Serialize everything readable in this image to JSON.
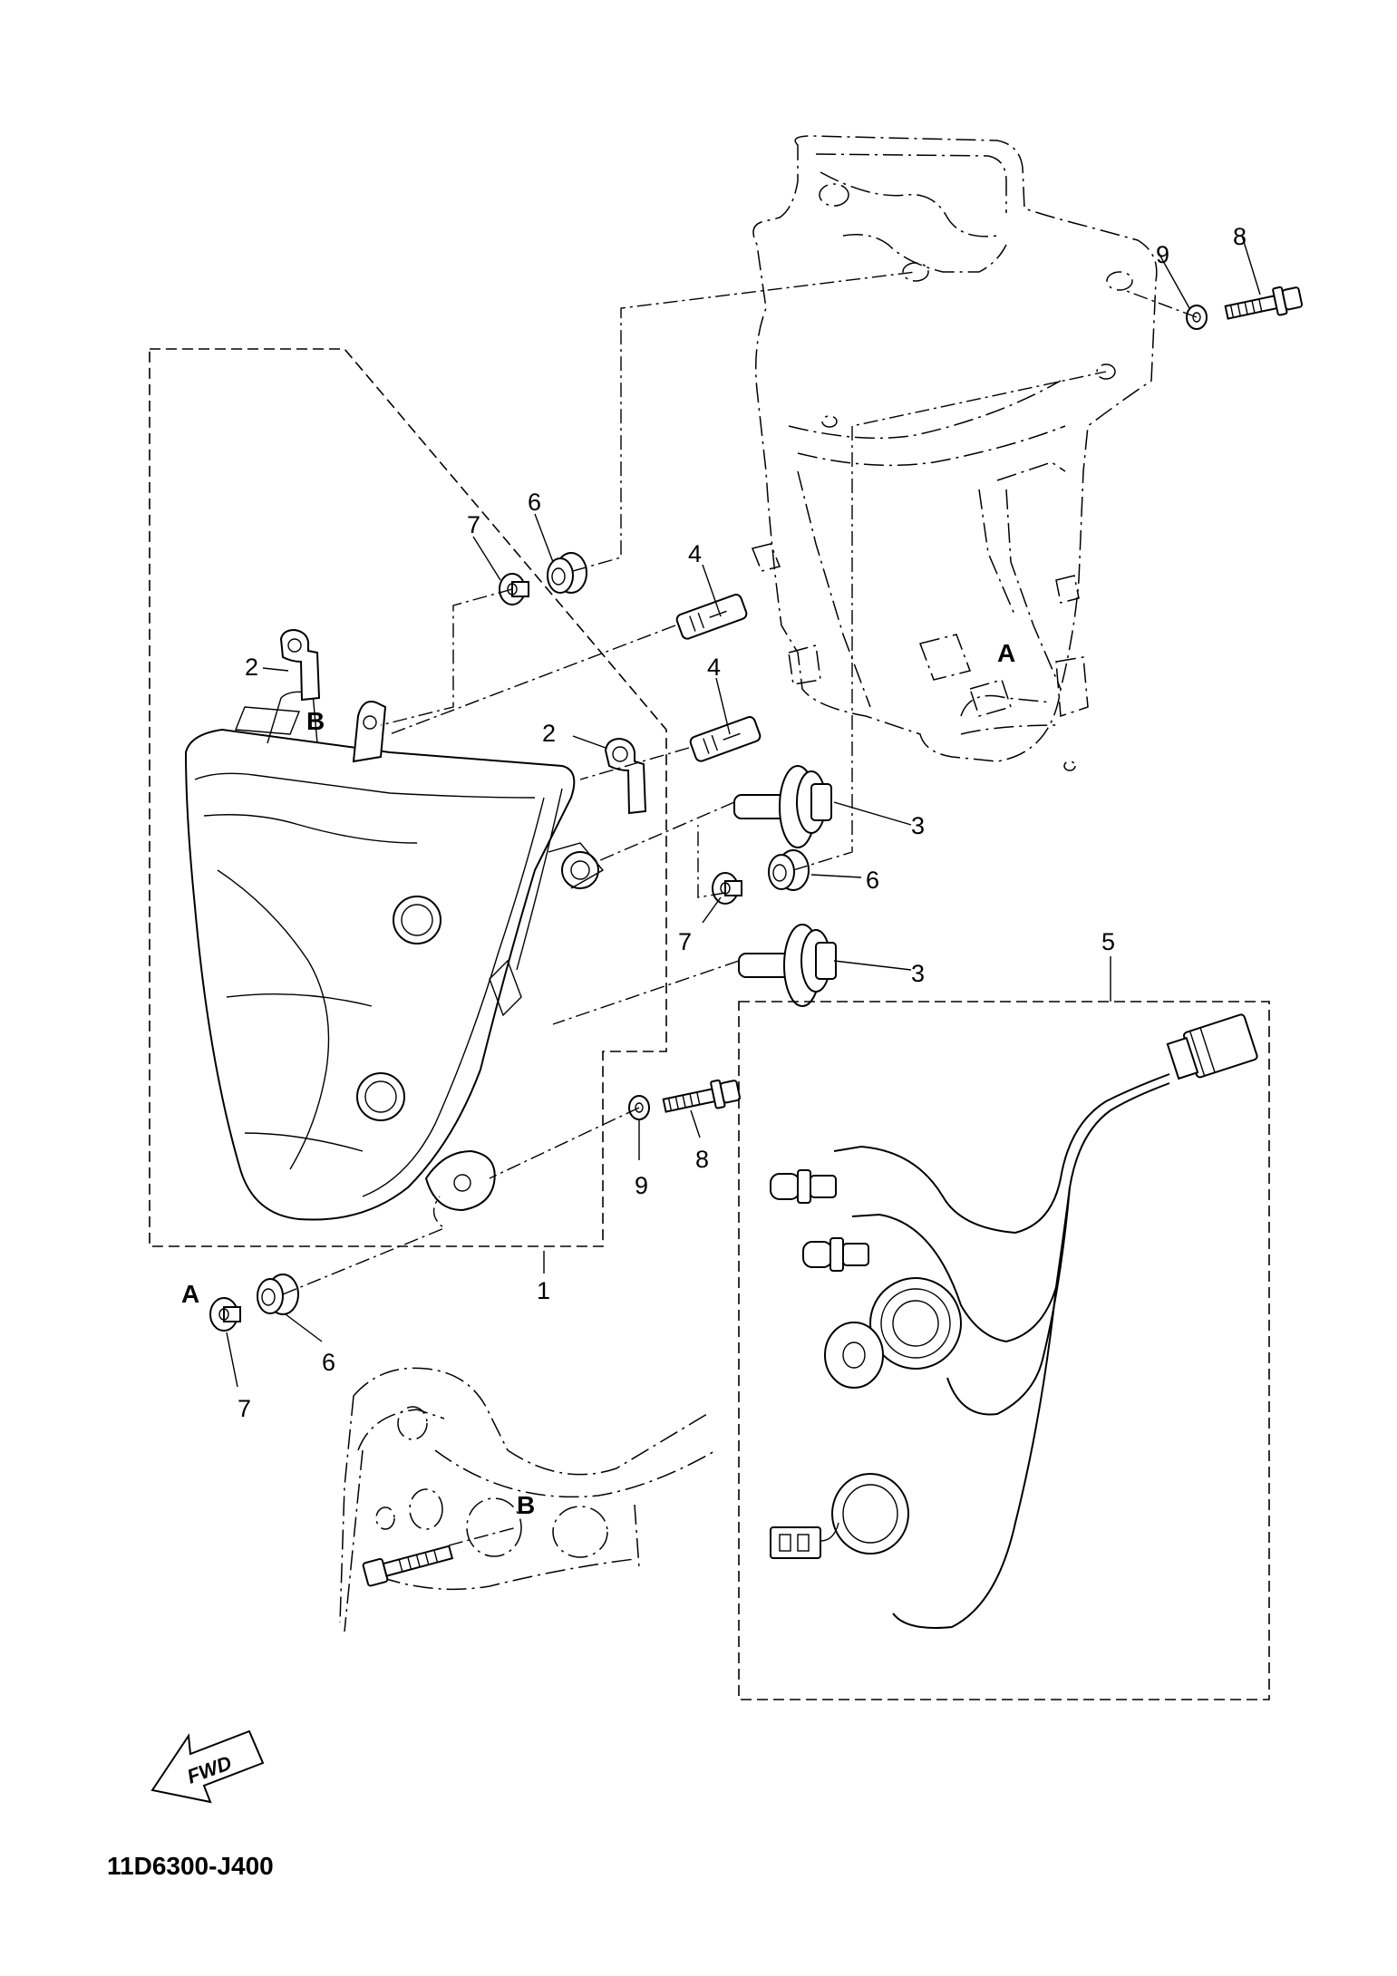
{
  "diagram": {
    "part_code": "11D6300-J400",
    "fwd_label": "FWD",
    "reference_letters": {
      "a": "A",
      "b": "B"
    },
    "callouts": [
      {
        "id": "c1",
        "text": "1"
      },
      {
        "id": "c2a",
        "text": "2"
      },
      {
        "id": "c2b",
        "text": "2"
      },
      {
        "id": "c3a",
        "text": "3"
      },
      {
        "id": "c3b",
        "text": "3"
      },
      {
        "id": "c4a",
        "text": "4"
      },
      {
        "id": "c4b",
        "text": "4"
      },
      {
        "id": "c5",
        "text": "5"
      },
      {
        "id": "c6a",
        "text": "6"
      },
      {
        "id": "c6b",
        "text": "6"
      },
      {
        "id": "c6c",
        "text": "6"
      },
      {
        "id": "c7a",
        "text": "7"
      },
      {
        "id": "c7b",
        "text": "7"
      },
      {
        "id": "c7c",
        "text": "7"
      },
      {
        "id": "c8a",
        "text": "8"
      },
      {
        "id": "c8b",
        "text": "8"
      },
      {
        "id": "c9a",
        "text": "9"
      },
      {
        "id": "c9b",
        "text": "9"
      }
    ]
  }
}
